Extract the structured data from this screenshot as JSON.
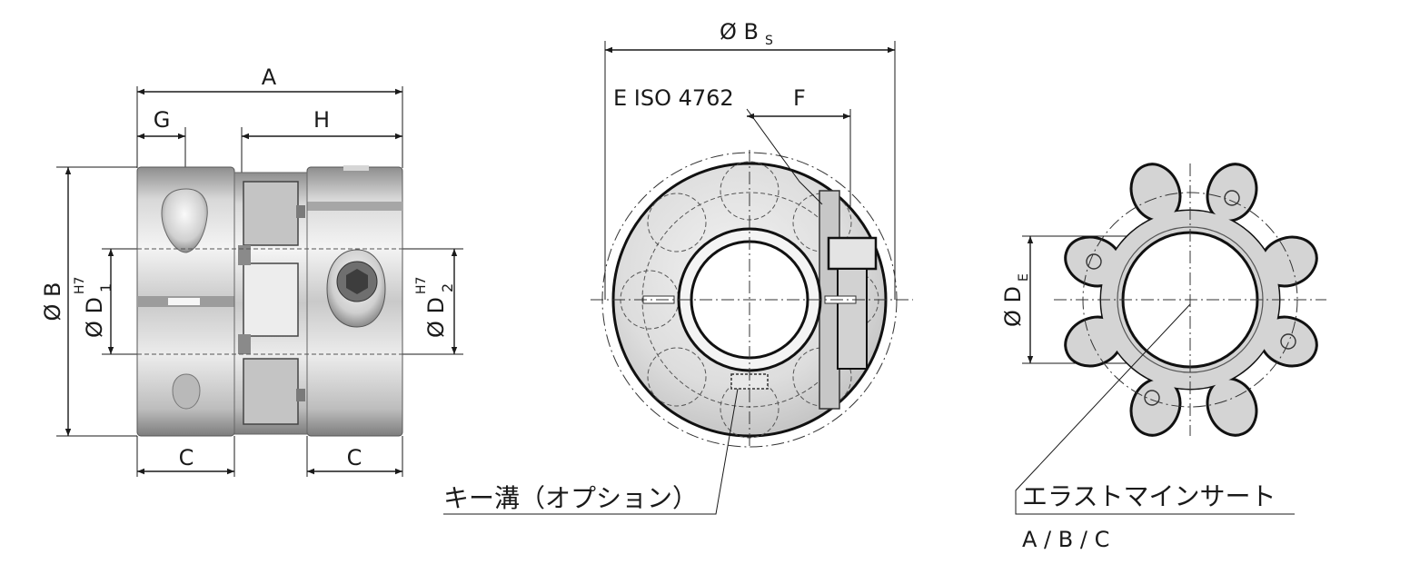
{
  "labels": {
    "dim_a": "A",
    "dim_g": "G",
    "dim_h": "H",
    "dim_c_left": "C",
    "dim_c_right": "C",
    "dia_b": "Ø B",
    "dia_d1": "Ø D",
    "dia_d1_sub": "1",
    "dia_d1_tol": "H7",
    "dia_d2": "Ø D",
    "dia_d2_sub": "2",
    "dia_d2_tol": "H7",
    "dia_bs": "Ø B",
    "dia_bs_sub": "S",
    "screw": "E ISO 4762",
    "dim_f": "F",
    "dia_de": "Ø D",
    "dia_de_sub": "E",
    "keyway": "キー溝（オプション）",
    "insert": "エラストマインサート",
    "insert_types": "A / B / C"
  }
}
